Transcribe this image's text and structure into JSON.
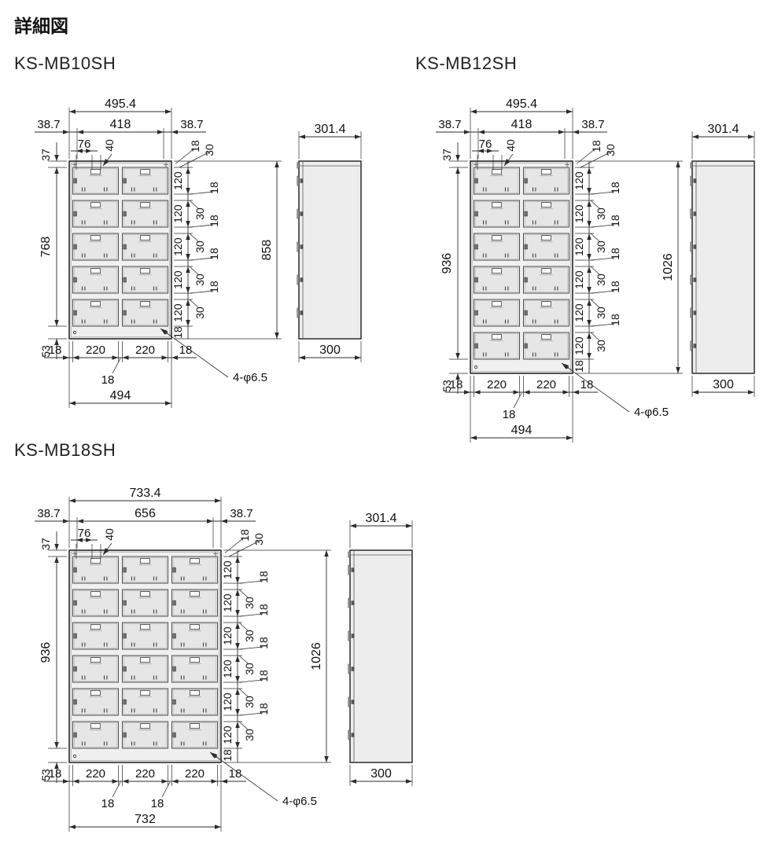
{
  "title": "詳細図",
  "colors": {
    "line": "#2b2b2b",
    "text": "#111111",
    "cabinet_fill": "#f0f0f0",
    "door_fill": "#e6e6e6",
    "side_fill": "#ededed",
    "accent_dark": "#555555"
  },
  "diagrams": [
    {
      "id": "mb10",
      "model": "KS-MB10SH",
      "rows": 5,
      "cols": 2,
      "dims": {
        "overall_width": "495.4",
        "margin_left": "38.7",
        "margin_right": "38.7",
        "inner_width": "418",
        "handle_width": "76",
        "handle_offset": "40",
        "top_height": "37",
        "body_height": "768",
        "bottom_height": "53",
        "overall_height": "858",
        "door_height": "120",
        "rail_small": "18",
        "rail_large": "30",
        "bottom_chain": [
          "18",
          "220",
          "220",
          "18"
        ],
        "column_gap": "18",
        "bottom_overall": "494",
        "holes_note": "4-φ6.5",
        "side_top_width": "301.4",
        "side_bottom_width": "300"
      }
    },
    {
      "id": "mb12",
      "model": "KS-MB12SH",
      "rows": 6,
      "cols": 2,
      "dims": {
        "overall_width": "495.4",
        "margin_left": "38.7",
        "margin_right": "38.7",
        "inner_width": "418",
        "handle_width": "76",
        "handle_offset": "40",
        "top_height": "37",
        "body_height": "936",
        "bottom_height": "53",
        "overall_height": "1026",
        "door_height": "120",
        "rail_small": "18",
        "rail_large": "30",
        "bottom_chain": [
          "18",
          "220",
          "220",
          "18"
        ],
        "column_gap": "18",
        "bottom_overall": "494",
        "holes_note": "4-φ6.5",
        "side_top_width": "301.4",
        "side_bottom_width": "300"
      }
    },
    {
      "id": "mb18",
      "model": "KS-MB18SH",
      "rows": 6,
      "cols": 3,
      "dims": {
        "overall_width": "733.4",
        "margin_left": "38.7",
        "margin_right": "38.7",
        "inner_width": "656",
        "handle_width": "76",
        "handle_offset": "40",
        "top_height": "37",
        "body_height": "936",
        "bottom_height": "53",
        "overall_height": "1026",
        "door_height": "120",
        "rail_small": "18",
        "rail_large": "30",
        "bottom_chain": [
          "18",
          "220",
          "220",
          "220",
          "18"
        ],
        "column_gap": "18",
        "bottom_overall": "732",
        "holes_note": "4-φ6.5",
        "side_top_width": "301.4",
        "side_bottom_width": "300"
      }
    }
  ]
}
